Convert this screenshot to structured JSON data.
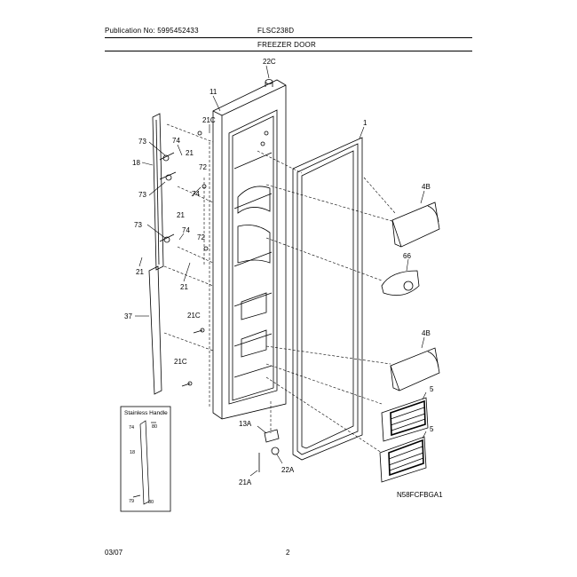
{
  "header": {
    "publication": "Publication No: 5995452433",
    "model": "FLSC238D",
    "section_title": "FREEZER DOOR"
  },
  "callouts": {
    "c22c": "22C",
    "c11": "11",
    "c21c_top": "21C",
    "c1": "1",
    "c73a": "73",
    "c74a": "74",
    "c21a": "21",
    "c18": "18",
    "c72a": "72",
    "c73b": "73",
    "c74b": "74",
    "c21b": "21",
    "c4b_top": "4B",
    "c73c": "73",
    "c74c": "74",
    "c72b": "72",
    "c21d": "21",
    "c21e": "21",
    "c66": "66",
    "c37": "37",
    "c21c_mid": "21C",
    "c4b_bot": "4B",
    "c21c_low": "21C",
    "c5a": "5",
    "c13a": "13A",
    "c5b": "5",
    "c22a": "22A",
    "c21a_bot": "21A"
  },
  "inset": {
    "title": "Stainless Handle",
    "l74": "74",
    "l80a": "80",
    "l18": "18",
    "l79": "79",
    "l80b": "80"
  },
  "diagram_code": "N58FCFBGA1",
  "footer": {
    "date": "03/07",
    "page": "2"
  }
}
